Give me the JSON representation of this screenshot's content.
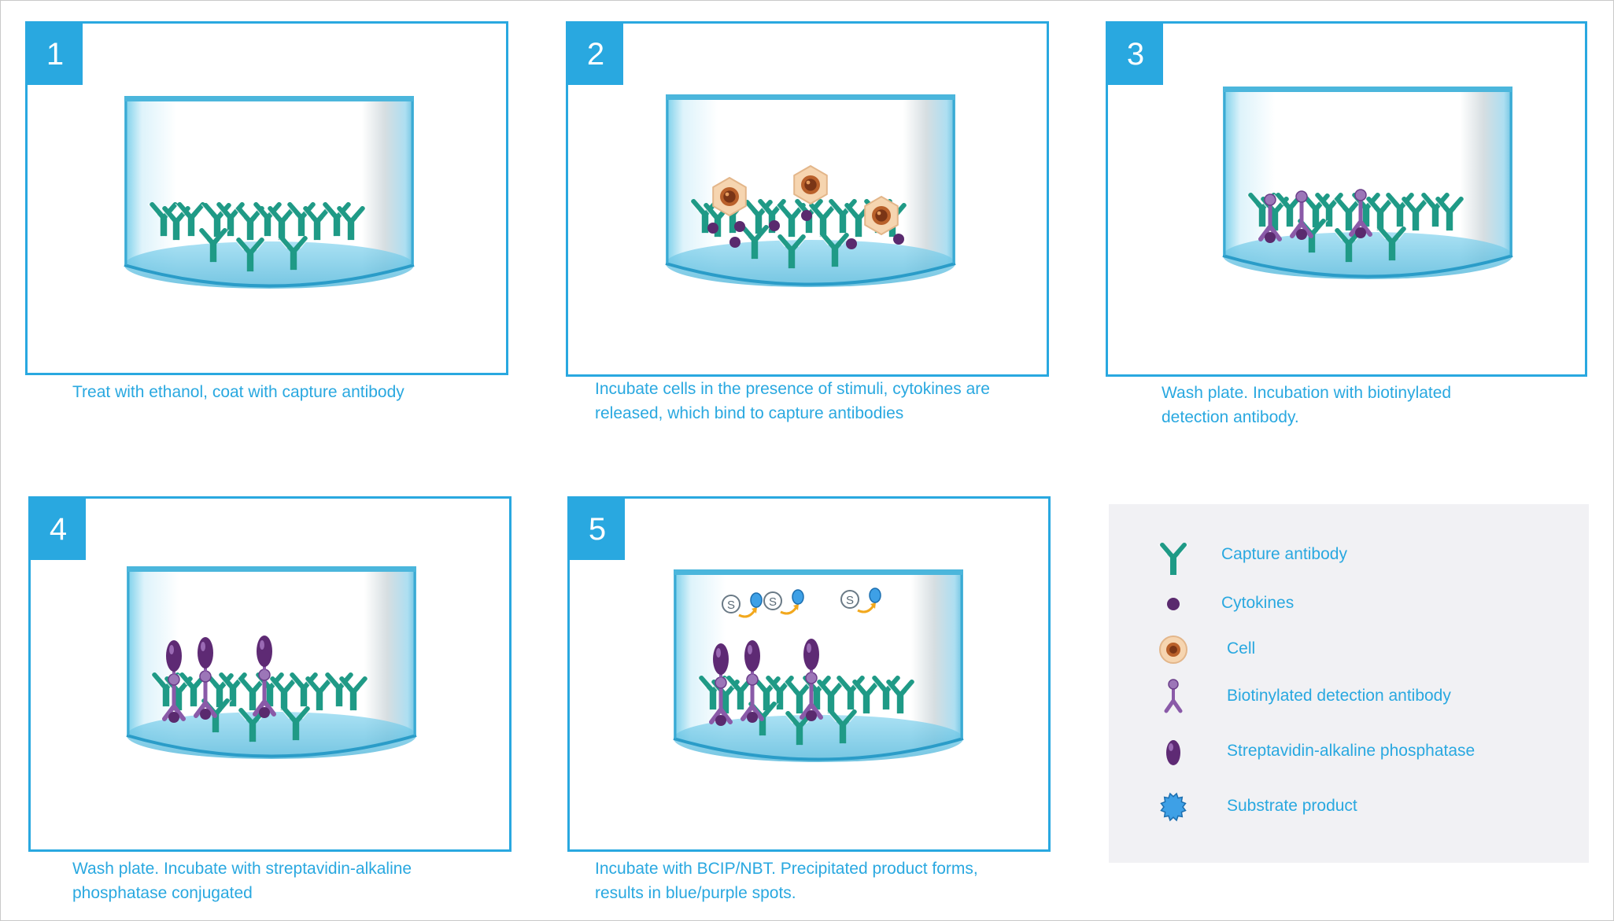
{
  "steps": [
    {
      "number": "1",
      "caption": [
        "Treat with ethanol, coat with capture antibody"
      ]
    },
    {
      "number": "2",
      "caption": [
        "Incubate cells in the presence of stimuli, cytokines are",
        "released, which bind to capture antibodies"
      ]
    },
    {
      "number": "3",
      "caption": [
        "Wash plate. Incubation with biotinylated",
        "detection antibody."
      ]
    },
    {
      "number": "4",
      "caption": [
        "Wash plate. Incubate with streptavidin-alkaline",
        "phosphatase conjugated"
      ]
    },
    {
      "number": "5",
      "caption": [
        "Incubate with BCIP/NBT. Precipitated product forms,",
        "results in blue/purple spots."
      ]
    }
  ],
  "legend": [
    {
      "icon": "capture-antibody-icon",
      "label": "Capture antibody"
    },
    {
      "icon": "cytokine-icon",
      "label": "Cytokines"
    },
    {
      "icon": "cell-icon",
      "label": "Cell"
    },
    {
      "icon": "biotinylated-detection-antibody-icon",
      "label": "Biotinylated detection antibody"
    },
    {
      "icon": "streptavidin-alkaline-phosphatase-icon",
      "label": "Streptavidin-alkaline phosphatase"
    },
    {
      "icon": "substrate-product-icon",
      "label": "Substrate product"
    }
  ],
  "substrate_symbol": "S",
  "colors": {
    "accent": "#29a8e0",
    "antibody": "#1f9a86",
    "cytokine": "#5a2a6e",
    "detection": "#8a5aa8",
    "enzyme": "#5e2a74",
    "cell": "#f6d5b0",
    "substrate": "#3ea0e6",
    "legend_bg": "#f1f1f4"
  }
}
